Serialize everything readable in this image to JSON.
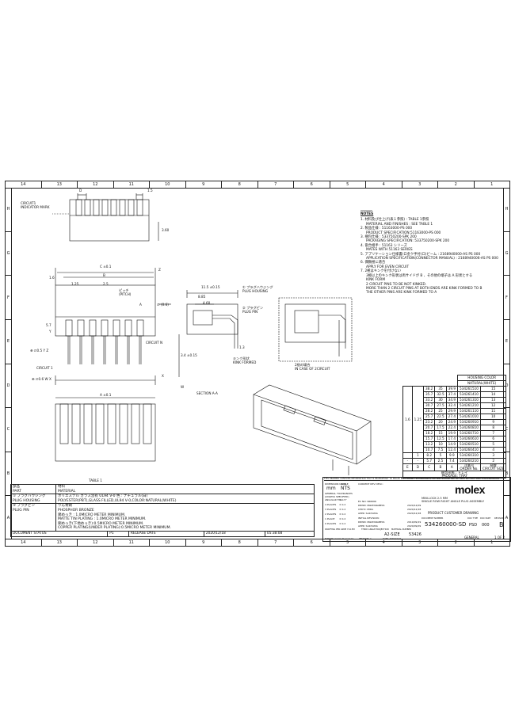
{
  "zones_top": [
    "14",
    "13",
    "12",
    "11",
    "10",
    "9",
    "8",
    "7",
    "6",
    "5",
    "4",
    "3",
    "2",
    "1"
  ],
  "zones_side": [
    "H",
    "G",
    "F",
    "E",
    "D",
    "C",
    "B",
    "A"
  ],
  "drawing": {
    "circuit1_indicator": "CIRCUIT1\nINDICATOR MARK",
    "dim_d": "D",
    "dim_15": "1.5",
    "dim_360": "3.60",
    "dim_c": "C ±0.1",
    "dim_z": "Z",
    "dim_b": "B",
    "dim_16": "1.6",
    "dim_125": "1.25",
    "dim_25": "2.5",
    "pitch_label": "ピッチ\n(PITCH)",
    "dim_a": "A",
    "dia06": "∅ (0.6)",
    "dim_57": "5.7",
    "tol1": "⊕ ∅0.5 Y Z",
    "circuit1": "CIRCUIT 1",
    "tol2": "⊕ ∅0.6 W X",
    "circuit_n": "CIRCUIT N",
    "dim_x": "X",
    "dim_w": "W",
    "dim_115": "11.5 ±0.15",
    "dim_885": "8.85",
    "dim_460": "4.60",
    "dim_13": "1.3",
    "dim_34": "3.4 ±0.15",
    "plug_housing": "① プラグハウジング\nPLUG HOUSING",
    "plug_pin": "② プラグピン\nPLUG PIN",
    "kink_form": "キンク形状\nKINK FORMED",
    "section": "SECTION A-A",
    "two_ckt": "2極の場合\nIN CASE OF 2CIRCUIT",
    "table1": "TABLE 1",
    "dim_y": "Y",
    "dim_a2": "A ±0.1"
  },
  "notes": {
    "heading": "NOTES",
    "lines": [
      "1. 材料及び仕上げ(表１参照) : TABLE 1参照",
      "MATERIAL AND FINISHES : SEE TABLE 1",
      "2. 製品仕様 : 51163000-PS 000",
      "PRODUCT SPECIFICATION:51163000-PS 000",
      "3. 梱包仕様 : 533750200-SPK 200",
      "PACKAGING SPECIFICATION: 533750200-SPK 200",
      "4. 嵌合相手 : 51163 シリーズ",
      "MATES WITH 51163 SERIES",
      "5. アプリケーション仕様書(ロ金ク手付(ロ)ビーム : 2168940000-AS PS 000",
      "APPLICATION SPECIFICATION(CONNECTOR MANUAL) : 2168940006-AS PS 000",
      "6. 偶数極に適合",
      "APPLY FOR EVEN CIRCUIT",
      "7. 2極はキンクを付けない",
      "3極以上のキンク形状は両サイドが B 、その他の端子は A 形状とする",
      "KINK FORM",
      "2 CIRCUIT PINS TO BE NOT KINKED.",
      "MORE THAN 2 CIRCUIT PINS AT BOTH ENDS ARE KINK FORMED TO B",
      "THE OTHER PINS ARE KINK FORMED TO A"
    ]
  },
  "housing_table": {
    "header_color": "HOUSING COLOR",
    "header_natural": "NATURAL(WHITE)",
    "rows": [
      [
        "38.2",
        "35",
        "39.9",
        "534261510",
        "15"
      ],
      [
        "35.7",
        "32.5",
        "37.4",
        "534261410",
        "14"
      ],
      [
        "33.2",
        "30",
        "34.9",
        "534261310",
        "13"
      ],
      [
        "30.7",
        "27.5",
        "32.4",
        "534261210",
        "12"
      ],
      [
        "28.2",
        "25",
        "29.9",
        "534261110",
        "11"
      ],
      [
        "25.7",
        "22.5",
        "27.4",
        "534261010",
        "10"
      ],
      [
        "23.2",
        "20",
        "24.9",
        "534260910",
        "9"
      ],
      [
        "20.7",
        "17.5",
        "22.4",
        "534260810",
        "8"
      ],
      [
        "18.2",
        "15",
        "19.9",
        "534260710",
        "7"
      ],
      [
        "15.7",
        "12.5",
        "17.4",
        "534260610",
        "6"
      ],
      [
        "13.2",
        "10",
        "14.9",
        "534260510",
        "5"
      ],
      [
        "10.7",
        "7.5",
        "12.4",
        "534260410",
        "4"
      ],
      [
        "8.2",
        "5",
        "9.9",
        "534260310",
        "3"
      ],
      [
        "5.7",
        "2.5",
        "7.4",
        "534260210",
        "2"
      ]
    ],
    "e_val": "1.6",
    "d_val": "1.25",
    "e_dash": "-",
    "d_dash": "-",
    "d_last": "1",
    "col_e": "E",
    "col_d": "D",
    "col_c": "C",
    "col_b": "B",
    "col_a": "A",
    "order_no": "注番号\nORDER No.",
    "package": "梱包形態 : トレイ\nPACKAGE: TRAY",
    "circuit": "極数\nCIRCUIT SIZE"
  },
  "material_table": {
    "h_part_jp": "部品",
    "h_part": "PART",
    "h_mat_jp": "材料",
    "h_mat": "MATERIAL",
    "r1_no": "①",
    "r1_part": "プラグハウジング\nPLUG HOUSING",
    "r1_mat": "ポリエステル ガラス含有 UL94 V-0 色 : ナチュラル(白)\nPOLYESTER(PBT),GLASS FILLED,UL94 V-0,COLOR:NATURAL(WHITE)",
    "r2_no": "②",
    "r2_part": "プラグピン\nPLUG PIN",
    "r2_mat": "りん青銅\nPHOSPHOR BRONZE\n錫めっき : 1.0MICRO METER MINIMUM.\nMATTE TIN PLATING : 1.0MICRO METER MINIMUM.\n銅めっき(下地めっき):0.5MICRO METER MINIMUM.\nCOPPER PLATING(UNDER PLATING):0.5MICRO METER MINIMUM."
  },
  "doc_status": {
    "label": "DOCUMENT STATUS",
    "status": "P1",
    "release_label": "RELEASE DATE",
    "release": "2020/12/18",
    "time": "05:38:08"
  },
  "title_block": {
    "warning": "THIS DRAWING CONTAINS INFORMATION THAT IS PROPRIETARY TO MOLEX ELECTRONIC TECHNOLOGIES, LLC AND SHOULD NOT BE USED WITHOUT WRITTEN PERMISSION",
    "dims": "DIMENSION UNITS",
    "scale": "SCALE",
    "mm": "mm",
    "nts": "NTS",
    "gen_tol": "GENERAL TOLERANCES\n(UNLESS SPECIFIED)",
    "ang_tol": "ANGULAR TOL",
    "ang_val": "± 0.5°",
    "t4": "4 PLACES",
    "t3": "3 PLACES",
    "t2": "2 PLACES",
    "t1": "1 PLACE",
    "t0": "0 PLACES",
    "tv": "± 0.2",
    "current_rev": "CURRENT REV DESC:",
    "ec_no": "EC NO: 666666",
    "drwn": "DRWN: RWATANABE01",
    "drwn_d": "2020/12/09",
    "chkd": "CHK'D: MIDA",
    "chkd_d": "2020/12/18",
    "apprd": "APPR: SAKIYAMA",
    "apprd_d": "2020/12/18",
    "init_rev": "INITIAL REVISION:",
    "drwn2": "DRWN: RWATANABE01",
    "drwn2_d": "2019/09/19",
    "apprd2": "APPR: SAKIYAMA",
    "apprd2_d": "2020/09/09",
    "drafting": "DRAFTING PER ASME Y14.5M",
    "third_angle": "THIRD ANGLE PROJECTION",
    "material_no": "MATERIAL NUMBER",
    "document_no_label": "DOCUMENT NUMBER",
    "doc_type_label": "DOC TYPE",
    "doc_part_label": "DOC PART",
    "revision_label": "REVISION",
    "series": "MINI-LOCK 2.5 MM\nSINGLE ROW RIGHT ANGLE PLUG ASSEMBLY",
    "customer_drawing": "PRODUCT CUSTOMER DRAWING",
    "doc_no": "534260000-SD",
    "doc_type": "PSD",
    "doc_part": "000",
    "revision": "B",
    "size": "A2-SIZE",
    "series_no": "53426",
    "general": "GENERAL",
    "sheet": "1 OF 2",
    "format": "FORMAT: master-tb-prod-A2",
    "format_rev": "REVISION: 1",
    "format_date": "DATE: 2020/01/01"
  },
  "logo": "molex"
}
